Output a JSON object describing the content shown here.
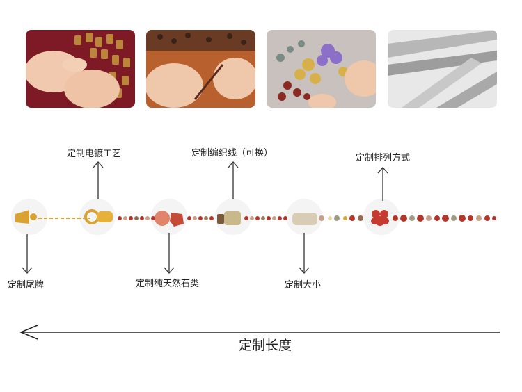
{
  "photos": [
    {
      "name": "hands-sorting-beads-photo"
    },
    {
      "name": "hands-stringing-beads-photo"
    },
    {
      "name": "crystal-beads-tray-photo"
    },
    {
      "name": "metal-wire-closeup-photo"
    }
  ],
  "labels": {
    "plating": "定制电镀工艺",
    "cord": "定制编织线（可换）",
    "arrangement": "定制排列方式",
    "tail_tag": "定制尾牌",
    "natural_stone": "定制纯天然石类",
    "size": "定制大小",
    "length": "定制长度"
  },
  "colors": {
    "gold": "#d9a233",
    "bead_red": "#b5352a",
    "bead_pink": "#e0846b",
    "photo_bg_red": "#8c1d2a",
    "arrow": "#333333"
  }
}
